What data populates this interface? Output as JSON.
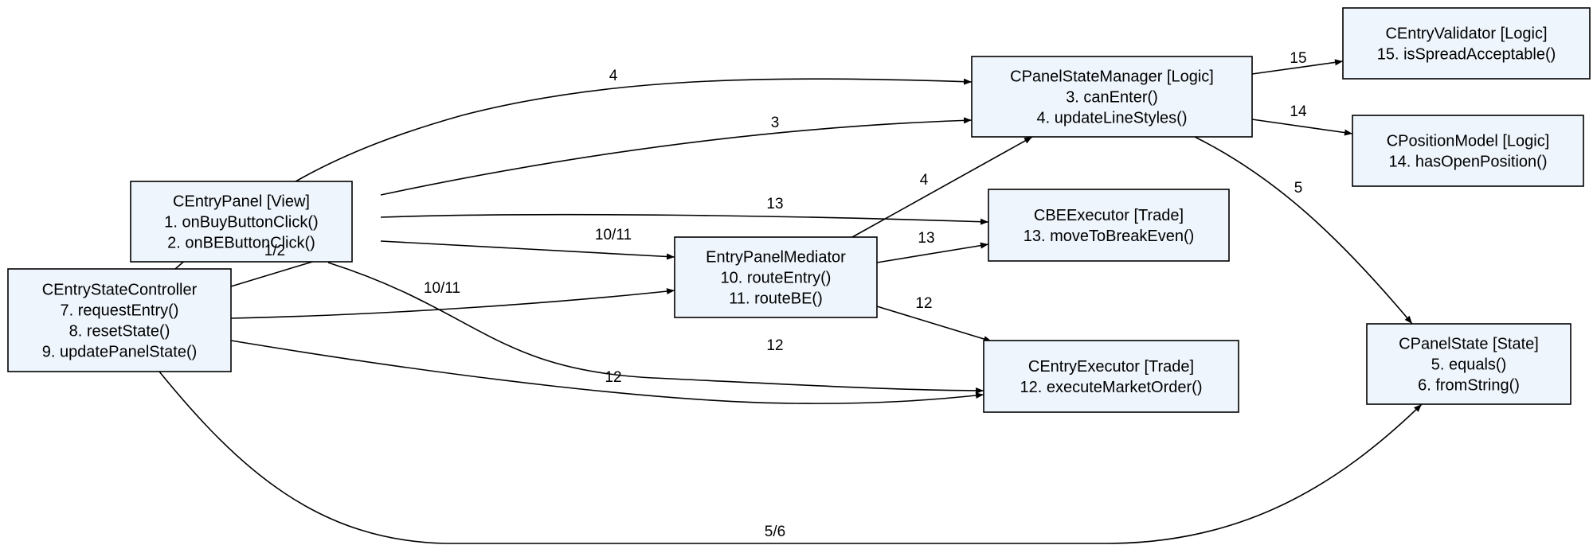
{
  "colors": {
    "node_fill": "#eef5fc",
    "stroke": "#000000",
    "background": "#ffffff"
  },
  "nodes": {
    "ctrl": {
      "lines": [
        "CEntryStateController",
        "7. requestEntry()",
        "8. resetState()",
        "9. updatePanelState()"
      ]
    },
    "panel": {
      "lines": [
        "CEntryPanel [View]",
        "1. onBuyButtonClick()",
        "2. onBEButtonClick()"
      ]
    },
    "med": {
      "lines": [
        "EntryPanelMediator",
        "10. routeEntry()",
        "11. routeBE()"
      ]
    },
    "psm": {
      "lines": [
        "CPanelStateManager [Logic]",
        "3. canEnter()",
        "4. updateLineStyles()"
      ]
    },
    "val": {
      "lines": [
        "CEntryValidator [Logic]",
        "15. isSpreadAcceptable()"
      ]
    },
    "pos": {
      "lines": [
        "CPositionModel [Logic]",
        "14. hasOpenPosition()"
      ]
    },
    "be": {
      "lines": [
        "CBEExecutor [Trade]",
        "13. moveToBreakEven()"
      ]
    },
    "ex": {
      "lines": [
        "CEntryExecutor [Trade]",
        "12. executeMarketOrder()"
      ]
    },
    "pstate": {
      "lines": [
        "CPanelState [State]",
        "5. equals()",
        "6. fromString()"
      ]
    }
  },
  "edges": [
    {
      "from": "ctrl",
      "to": "panel",
      "label": "1/2"
    },
    {
      "from": "ctrl",
      "to": "psm",
      "label": "4"
    },
    {
      "from": "ctrl",
      "to": "med",
      "label": "10/11"
    },
    {
      "from": "ctrl",
      "to": "ex",
      "label": "12"
    },
    {
      "from": "ctrl",
      "to": "pstate",
      "label": "5/6"
    },
    {
      "from": "panel",
      "to": "psm",
      "label": "3"
    },
    {
      "from": "panel",
      "to": "be",
      "label": "13"
    },
    {
      "from": "panel",
      "to": "med",
      "label": "10/11"
    },
    {
      "from": "panel",
      "to": "ex",
      "label": "12"
    },
    {
      "from": "med",
      "to": "psm",
      "label": "4"
    },
    {
      "from": "med",
      "to": "be",
      "label": "13"
    },
    {
      "from": "med",
      "to": "ex",
      "label": "12"
    },
    {
      "from": "psm",
      "to": "val",
      "label": "15"
    },
    {
      "from": "psm",
      "to": "pos",
      "label": "14"
    },
    {
      "from": "psm",
      "to": "pstate",
      "label": "5"
    }
  ]
}
